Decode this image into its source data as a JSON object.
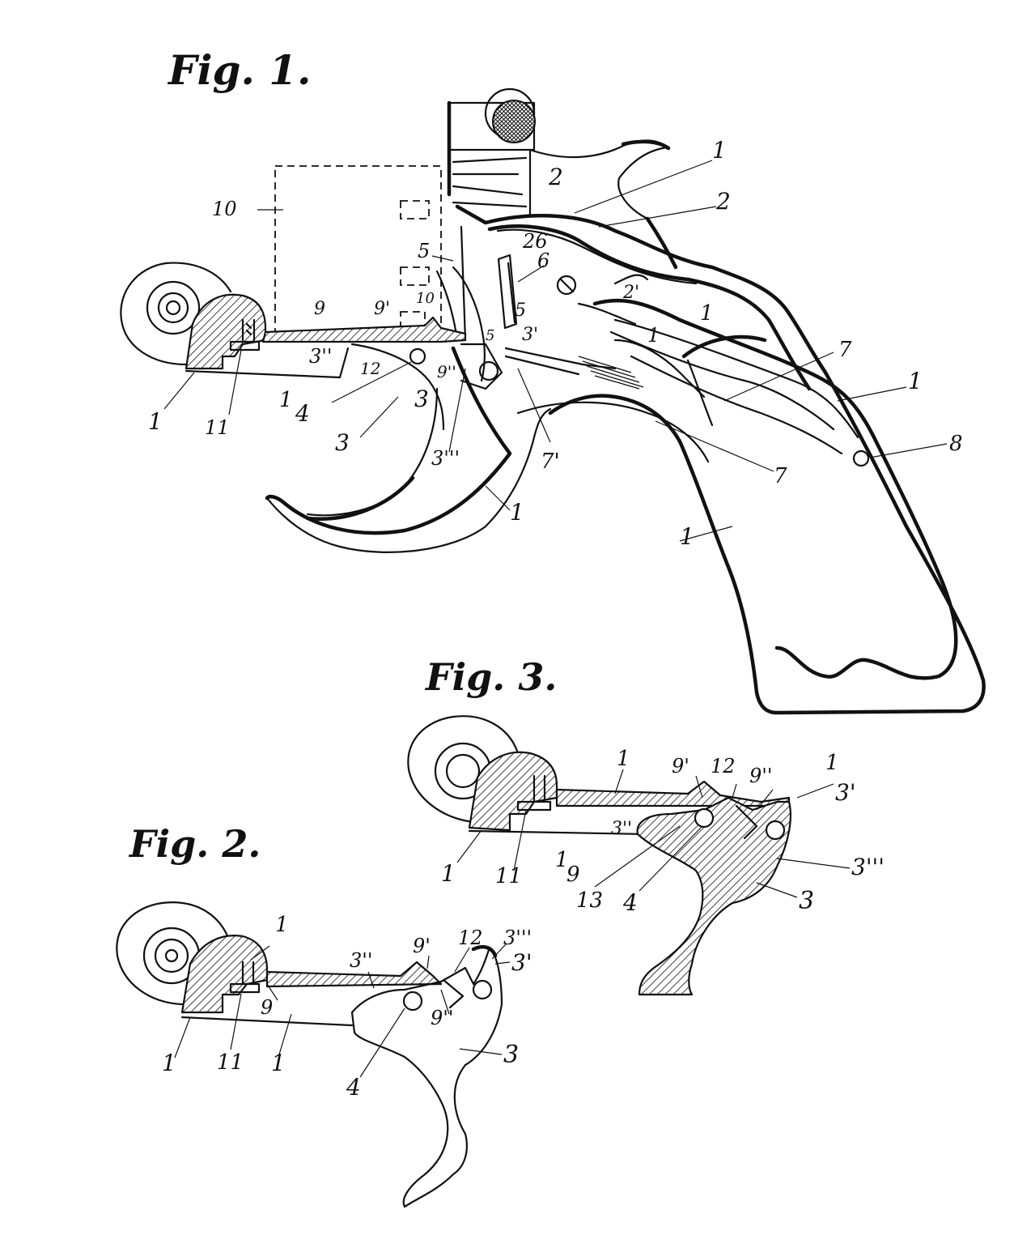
{
  "figures": {
    "fig1": {
      "title": "Fig. 1.",
      "labels": [
        "1",
        "2",
        "2",
        "10",
        "5",
        "26",
        "6",
        "2'",
        "5",
        "5",
        "3'",
        "1",
        "1",
        "7",
        "1",
        "8",
        "7",
        "7'",
        "9",
        "9'",
        "10",
        "3''",
        "12",
        "9''",
        "4",
        "3",
        "3",
        "3'''",
        "1",
        "1",
        "11",
        "1",
        "1"
      ]
    },
    "fig2": {
      "title": "Fig. 2.",
      "labels": [
        "1",
        "3''",
        "9'",
        "12",
        "3'''",
        "3'",
        "9",
        "9''",
        "4",
        "3",
        "1",
        "11",
        "1"
      ]
    },
    "fig3": {
      "title": "Fig. 3.",
      "labels": [
        "1",
        "9'",
        "12",
        "9''",
        "1",
        "3'",
        "3''",
        "3'''",
        "1",
        "11",
        "1",
        "9",
        "13",
        "4",
        "3"
      ]
    }
  }
}
